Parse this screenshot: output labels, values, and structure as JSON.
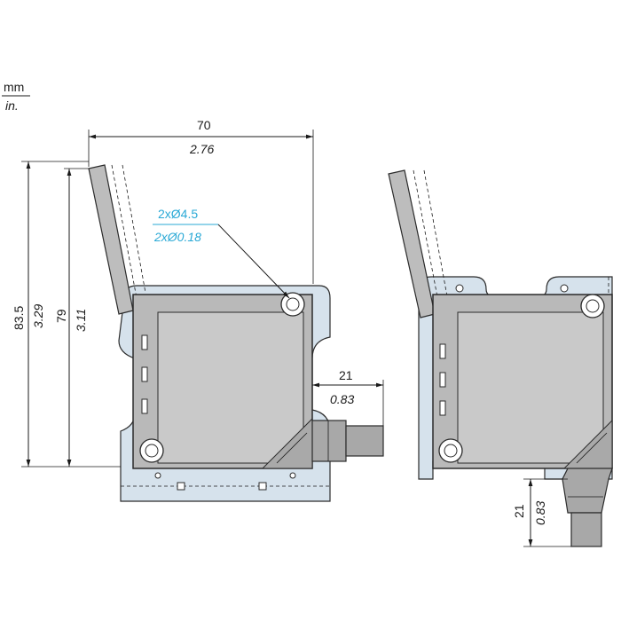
{
  "units": {
    "primary": "mm",
    "secondary": "in."
  },
  "dimensions": {
    "width": {
      "mm": "70",
      "in": "2.76"
    },
    "hole": {
      "mm": "2xØ4.5",
      "in": "2xØ0.18"
    },
    "total_height": {
      "mm": "83.5",
      "in": "3.29"
    },
    "body_height": {
      "mm": "79",
      "in": "3.11"
    },
    "connector_side": {
      "mm": "21",
      "in": "0.83"
    },
    "connector_bottom": {
      "mm": "21",
      "in": "0.83"
    }
  },
  "colors": {
    "bracket": "#d6e2ec",
    "body": "#b9b9b9",
    "callout": "#2aa9d6"
  }
}
